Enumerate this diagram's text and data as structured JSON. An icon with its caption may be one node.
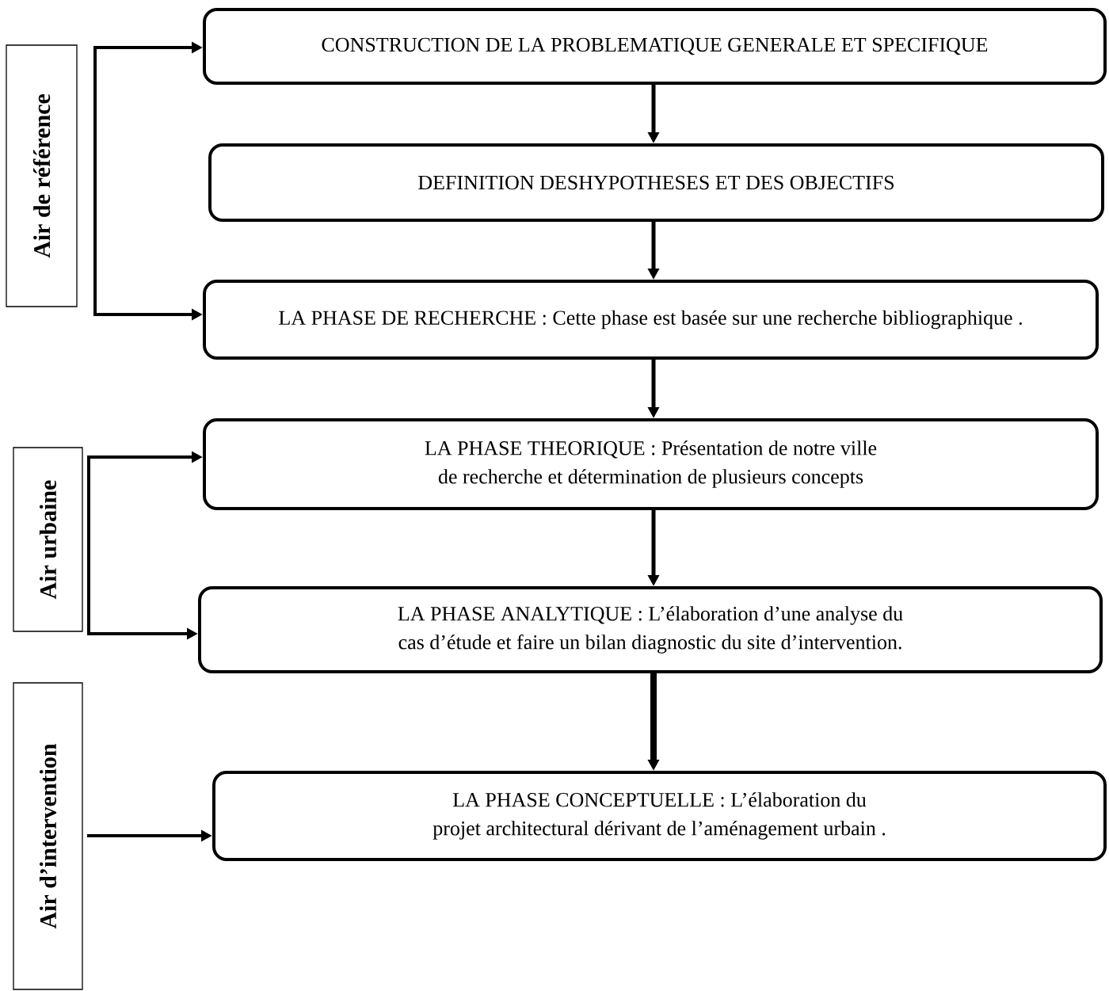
{
  "diagram": {
    "nodes": [
      {
        "text": [
          "Air de référence"
        ]
      },
      {
        "text": [
          "Air urbaine"
        ]
      },
      {
        "text": [
          "Air d’intervention"
        ]
      },
      {
        "text": [
          "CONSTRUCTION DE LA PROBLEMATIQUE GENERALE ET SPECIFIQUE"
        ]
      },
      {
        "text": [
          "DEFINITION DESHYPOTHESES ET DES OBJECTIFS"
        ]
      },
      {
        "text": [
          "LA PHASE DE RECHERCHE : Cette phase est basée sur une recherche bibliographique ."
        ]
      },
      {
        "text": [
          "LA PHASE THEORIQUE : Présentation de notre ville de recherche et détermination de plusieurs concepts"
        ]
      },
      {
        "text": [
          "LA PHASE ANALYTIQUE : L’élaboration d’une analyse du cas d’étude et faire un bilan diagnostic du site d’intervention."
        ]
      },
      {
        "text": [
          "LA PHASE CONCEPTUELLE : L’élaboration du projet architectural dérivant de l’aménagement urbain ."
        ]
      }
    ],
    "edges": [
      {
        "from": 3,
        "to": 4,
        "arrow": "to"
      },
      {
        "from": 4,
        "to": 5,
        "arrow": "to"
      },
      {
        "from": 5,
        "to": 6,
        "arrow": "to"
      },
      {
        "from": 6,
        "to": 7,
        "arrow": "to"
      },
      {
        "from": 7,
        "to": 8,
        "arrow": "to",
        "style": "thick"
      },
      {
        "from": 0,
        "to": 3,
        "arrow": "to"
      },
      {
        "from": 0,
        "to": 5,
        "arrow": "to"
      },
      {
        "from": 1,
        "to": 6,
        "arrow": "to"
      },
      {
        "from": 1,
        "to": 7,
        "arrow": "to"
      },
      {
        "from": 2,
        "to": 8,
        "arrow": "to"
      }
    ]
  }
}
